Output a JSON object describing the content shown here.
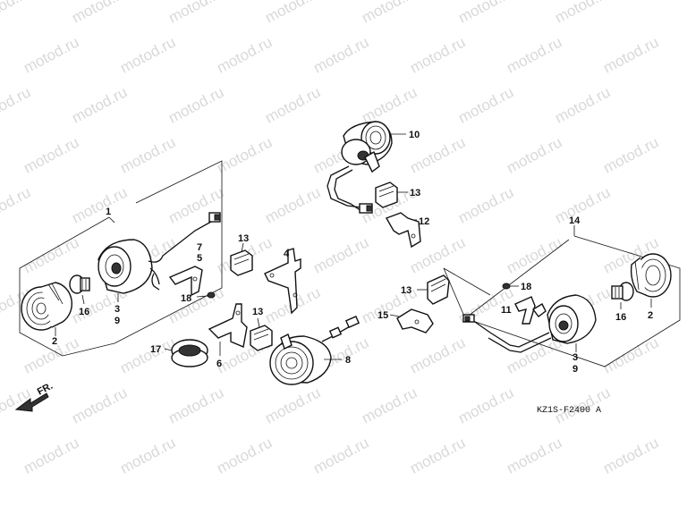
{
  "watermark": "motod.ru",
  "diagram_code": "KZ1S-F2400 A",
  "front_marker": "FR.",
  "callouts": {
    "c1": "1",
    "c2a": "2",
    "c2b": "2",
    "c39a": "3",
    "c39a2": "9",
    "c39b": "3",
    "c39b2": "9",
    "c4": "4",
    "c57": "7",
    "c57b": "5",
    "c6": "6",
    "c8": "8",
    "c10": "10",
    "c11": "11",
    "c12": "12",
    "c13a": "13",
    "c13b": "13",
    "c13c": "13",
    "c13d": "13",
    "c14": "14",
    "c15": "15",
    "c16a": "16",
    "c16b": "16",
    "c17": "17",
    "c18a": "18",
    "c18b": "18"
  }
}
